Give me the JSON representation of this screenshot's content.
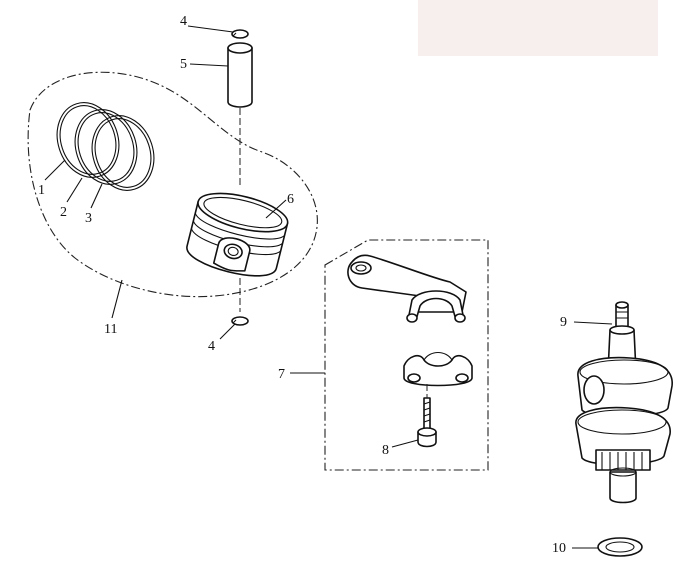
{
  "callouts": {
    "c4_top": "4",
    "c5": "5",
    "c1": "1",
    "c2": "2",
    "c3": "3",
    "c6": "6",
    "c11": "11",
    "c4_bottom": "4",
    "c7": "7",
    "c8": "8",
    "c9": "9",
    "c10": "10"
  },
  "colors": {
    "line": "#111111",
    "background": "#ffffff",
    "corner_patch": "#f7eeee"
  }
}
